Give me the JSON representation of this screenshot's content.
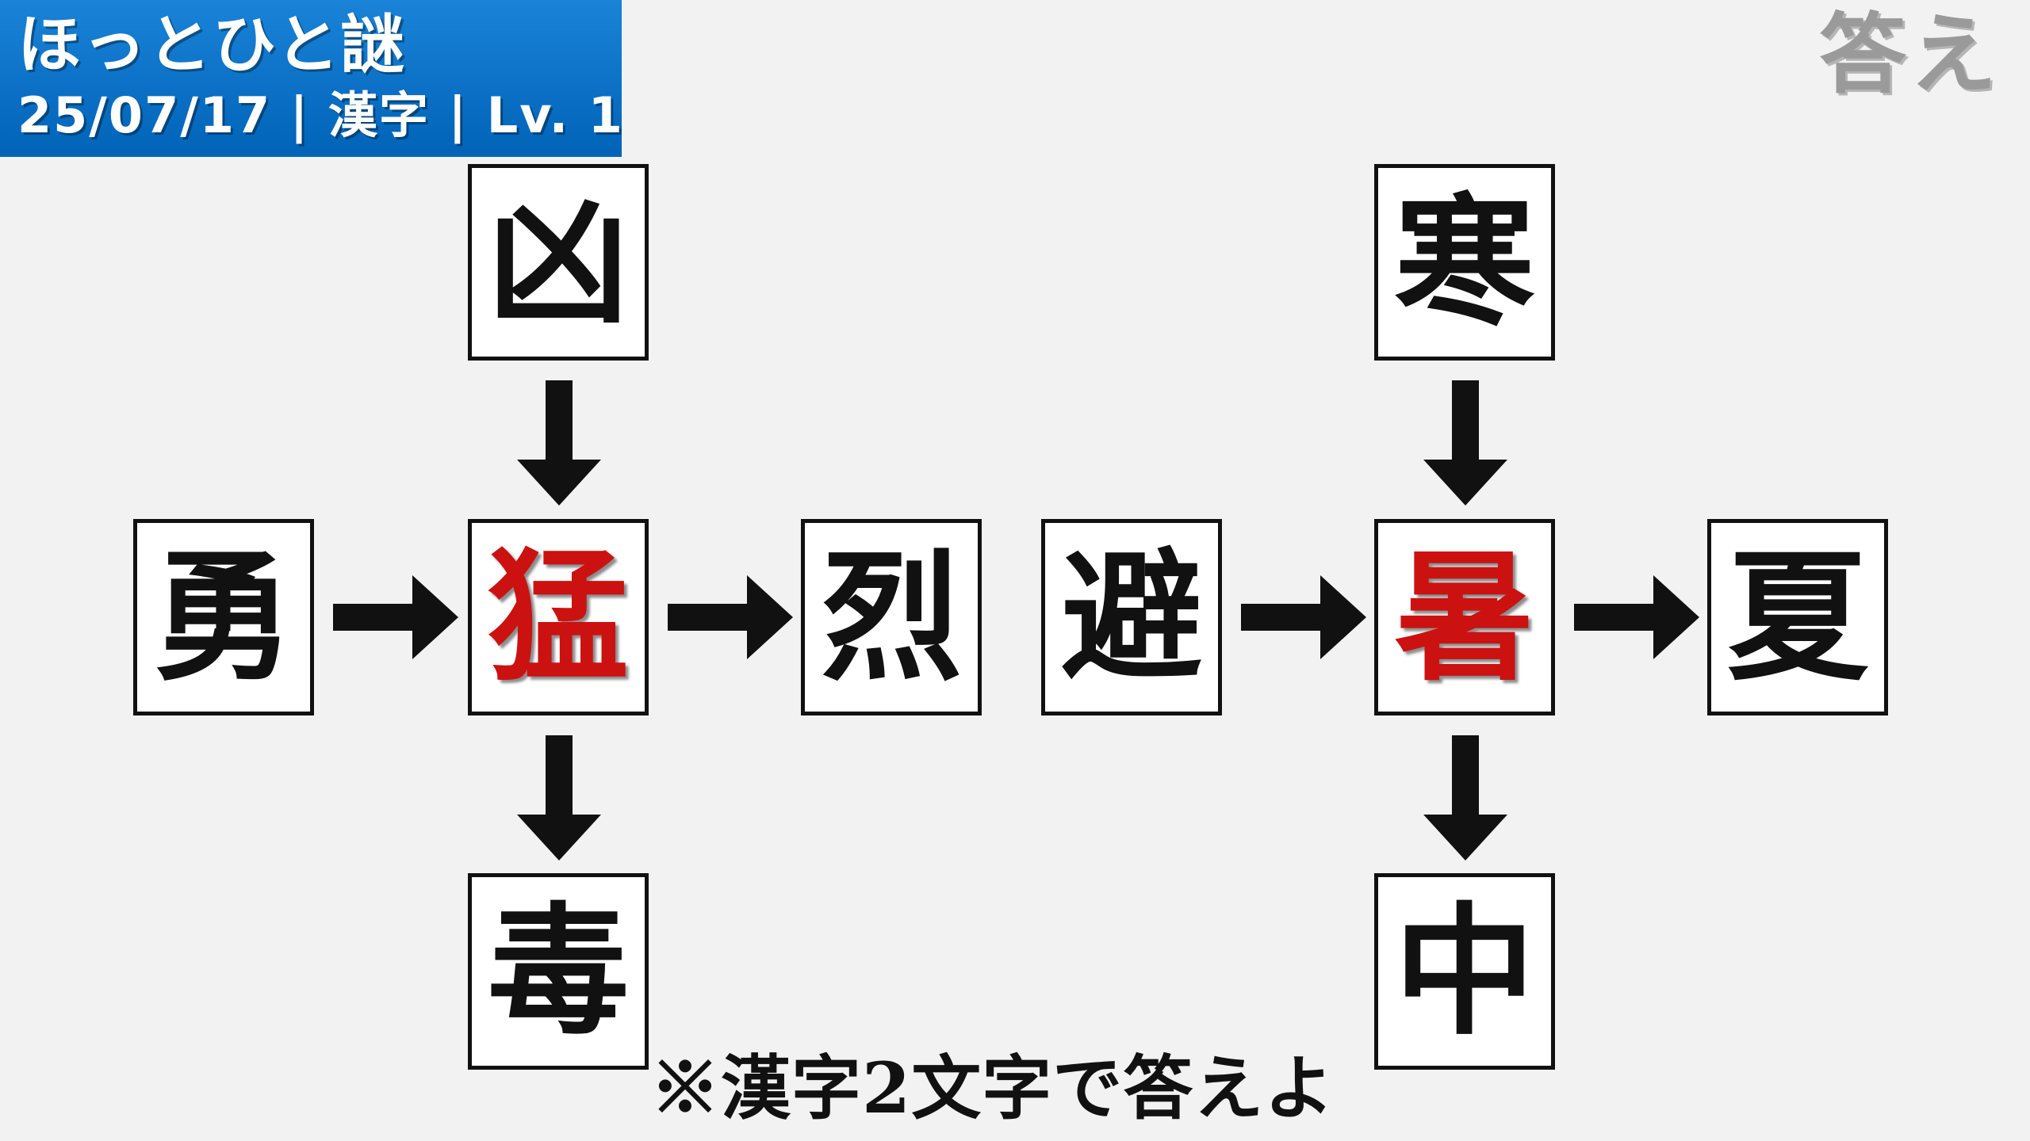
{
  "header": {
    "title": "ほっとひと謎",
    "subtitle": "25/07/17 | 漢字 | Lv. 1",
    "background_color": "#0a6fc8"
  },
  "answer_label": "答え",
  "puzzle_left": {
    "top": "凶",
    "left": "勇",
    "center": "猛",
    "right": "烈",
    "bottom": "毒"
  },
  "puzzle_right": {
    "top": "寒",
    "left": "避",
    "center": "暑",
    "right": "夏",
    "bottom": "中"
  },
  "note": "※漢字2文字で答えよ",
  "colors": {
    "highlight_text": "#cc1111",
    "text": "#111111",
    "background": "#f2f2f2"
  }
}
